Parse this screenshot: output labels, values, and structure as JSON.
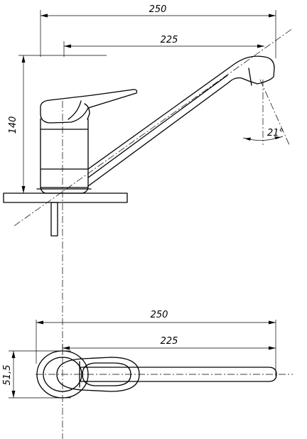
{
  "side_view": {
    "width_overall": "250",
    "width_spout": "225",
    "height": "140",
    "angle": "21°"
  },
  "top_view": {
    "width_overall": "250",
    "width_spout": "225",
    "depth": "51,5"
  }
}
